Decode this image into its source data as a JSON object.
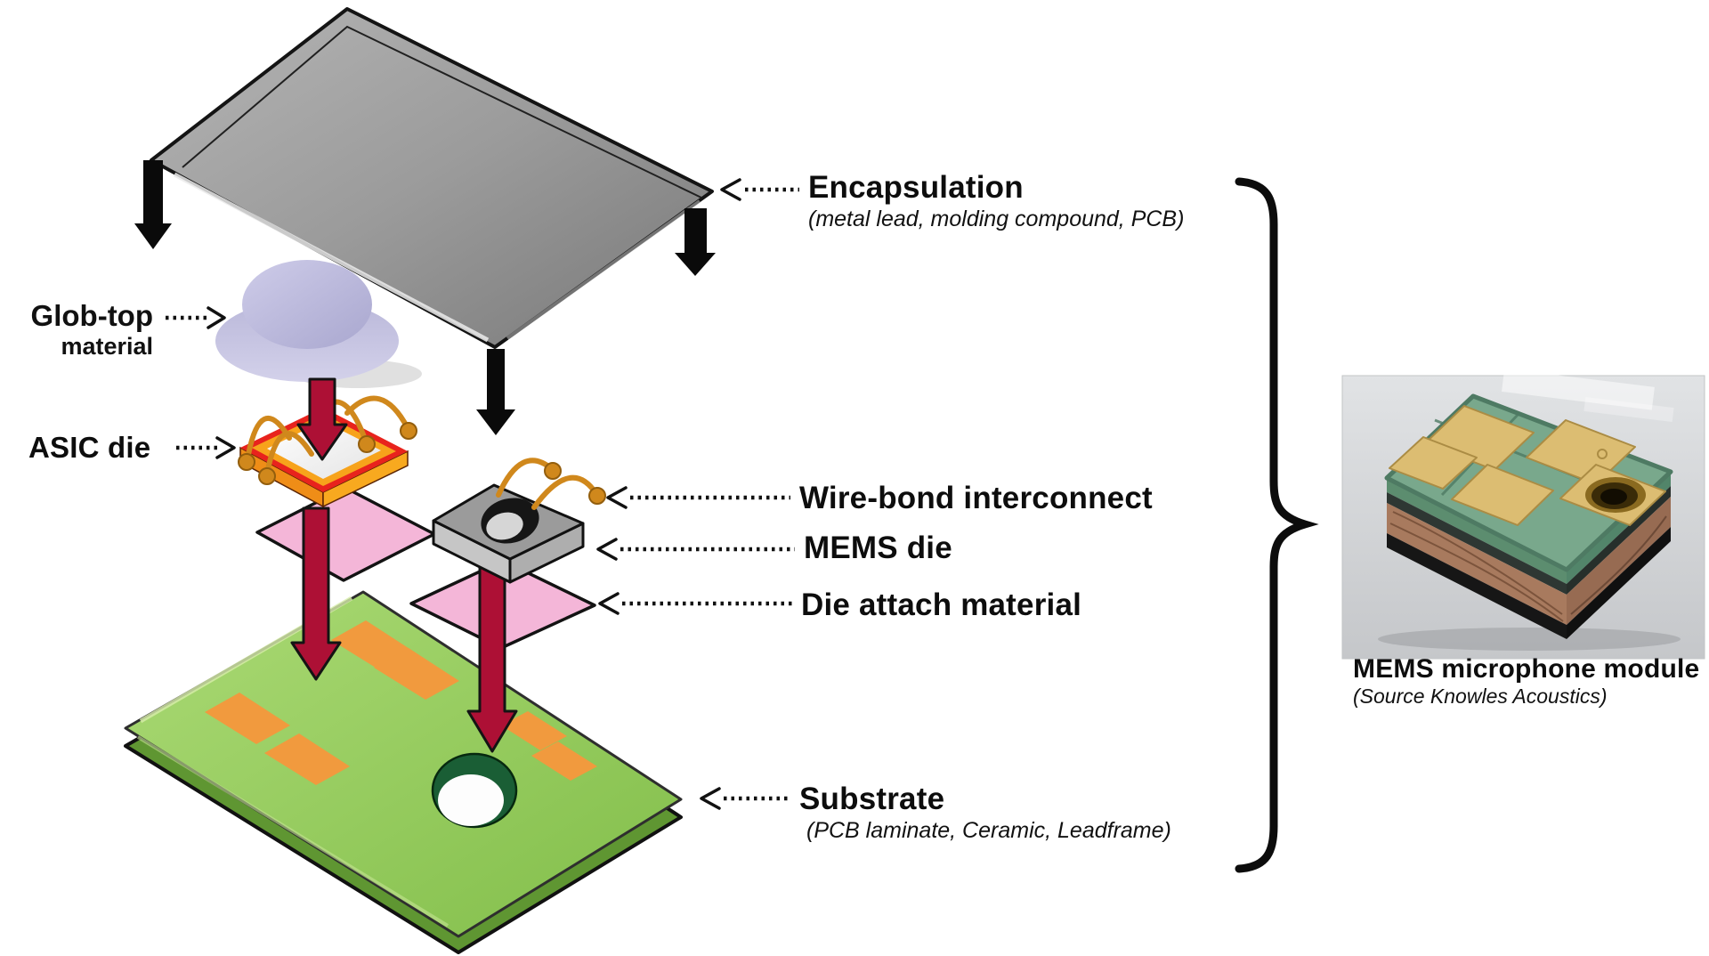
{
  "figure": {
    "background": "#ffffff",
    "labels": {
      "glob_top": {
        "title": "Glob-top",
        "subtitle": "material"
      },
      "asic_die": {
        "title": "ASIC die"
      },
      "encapsulation": {
        "title": "Encapsulation",
        "subtitle": "(metal lead, molding compound, PCB)"
      },
      "wire_bond": {
        "title": "Wire-bond interconnect"
      },
      "mems_die": {
        "title": "MEMS die"
      },
      "die_attach": {
        "title": "Die attach material"
      },
      "substrate": {
        "title": "Substrate",
        "subtitle": "(PCB laminate, Ceramic, Leadframe)"
      }
    },
    "photo": {
      "caption": "MEMS microphone module",
      "credit": "(Source Knowles Acoustics)"
    },
    "colors": {
      "lid_gray": "#9a9a9a",
      "glob_lavender": "#b9b7d8",
      "asic_red": "#e8231d",
      "asic_orange": "#f7a31b",
      "wire_gold": "#d0881c",
      "die_attach_pink": "#f4b6d8",
      "mems_gray": "#9b9b9b",
      "substrate_green": "#8cc653",
      "pad_orange": "#f19a3e",
      "arrow_crimson": "#ad1035",
      "ink_black": "#111111"
    }
  }
}
